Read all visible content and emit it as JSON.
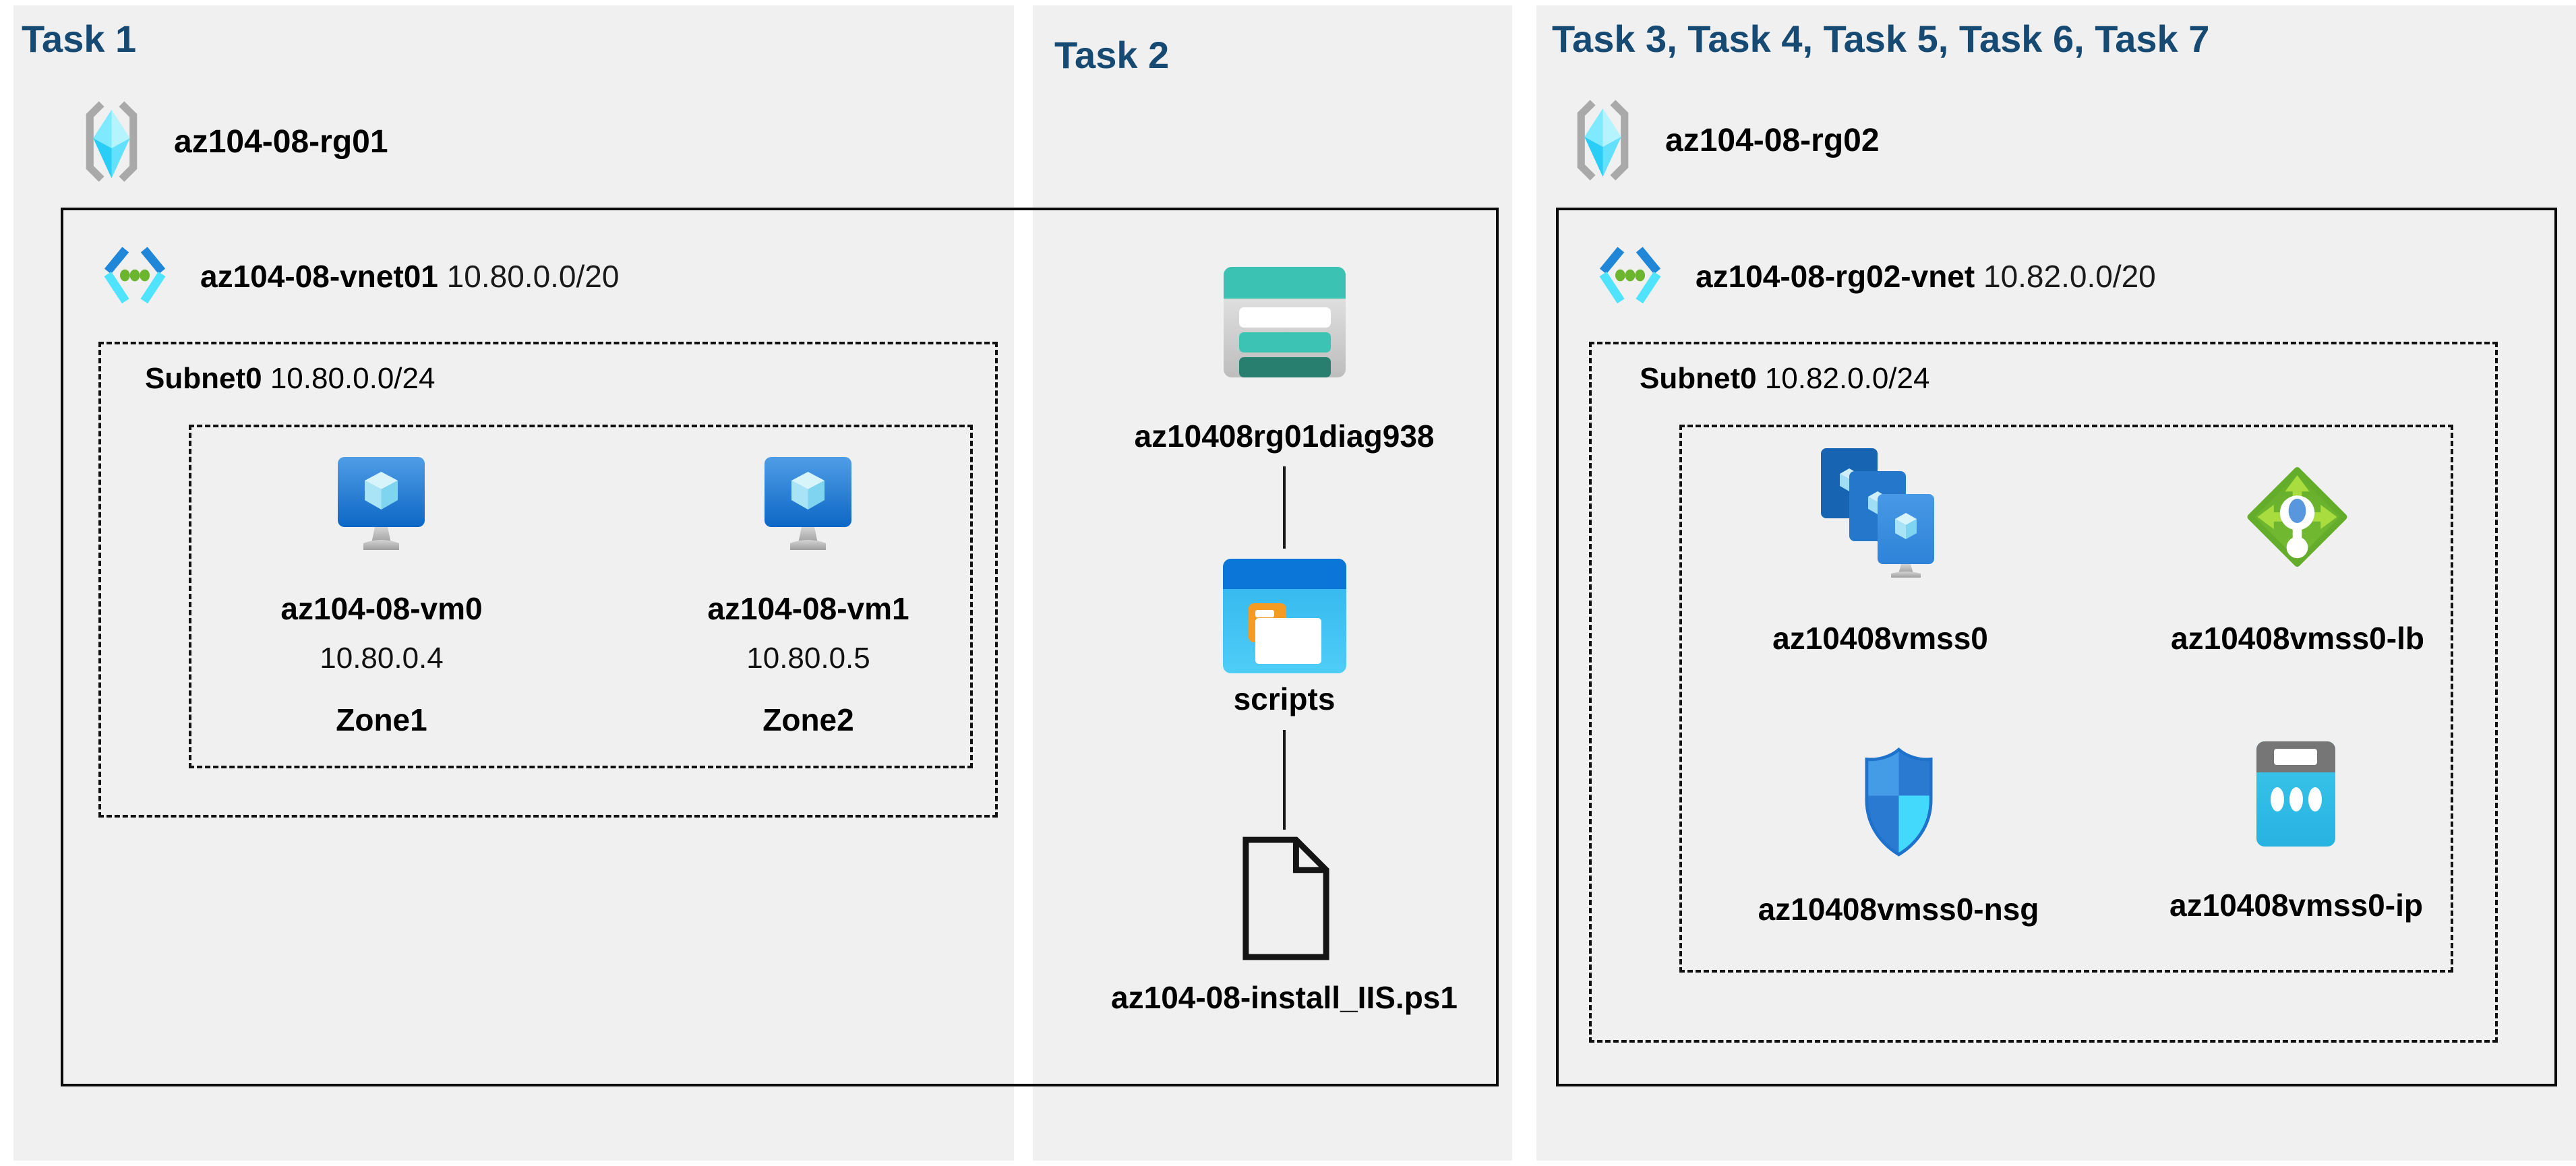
{
  "panels": {
    "task1": {
      "title": "Task 1",
      "resource_group": "az104-08-rg01",
      "vnet": {
        "name": "az104-08-vnet01",
        "cidr": "10.80.0.0/20"
      },
      "subnet": {
        "name": "Subnet0",
        "cidr": "10.80.0.0/24"
      },
      "vms": [
        {
          "name": "az104-08-vm0",
          "ip": "10.80.0.4",
          "zone": "Zone1"
        },
        {
          "name": "az104-08-vm1",
          "ip": "10.80.0.5",
          "zone": "Zone2"
        }
      ]
    },
    "task2": {
      "title": "Task 2",
      "storage_account": "az10408rg01diag938",
      "blob_container": "scripts",
      "script_file": "az104-08-install_IIS.ps1"
    },
    "task3": {
      "title": "Task 3, Task 4, Task 5, Task 6, Task 7",
      "resource_group": "az104-08-rg02",
      "vnet": {
        "name": "az104-08-rg02-vnet",
        "cidr": "10.82.0.0/20"
      },
      "subnet": {
        "name": "Subnet0",
        "cidr": "10.82.0.0/24"
      },
      "vmss": "az10408vmss0",
      "load_balancer": "az10408vmss0-lb",
      "nsg": "az10408vmss0-nsg",
      "public_ip": "az10408vmss0-ip"
    }
  },
  "colors": {
    "title_text": "#164a72",
    "panel_bg": "#f0f0f1",
    "azure_blue": "#1f7ad4",
    "azure_cyan": "#4fe3fd",
    "azure_green": "#6cb52e",
    "storage_teal": "#3cc2b2",
    "folder_orange": "#f59b23",
    "label_text": "#000000"
  }
}
